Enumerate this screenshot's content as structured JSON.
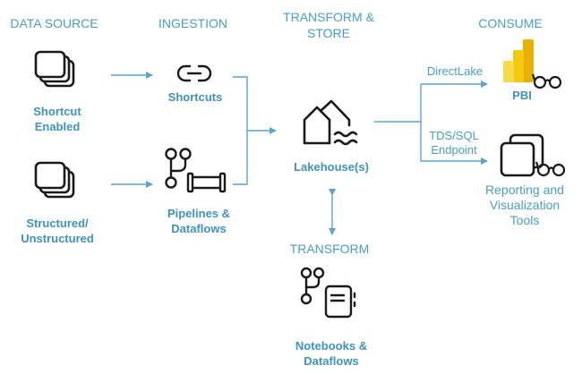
{
  "headers": {
    "data_source": "DATA SOURCE",
    "ingestion": "INGESTION",
    "transform_store_1": "TRANSFORM &",
    "transform_store_2": "STORE",
    "consume": "CONSUME",
    "transform": "TRANSFORM"
  },
  "nodes": {
    "shortcut_enabled": [
      "Shortcut",
      "Enabled"
    ],
    "structured": [
      "Structured/",
      "Unstructured"
    ],
    "shortcuts": "Shortcuts",
    "pipelines": [
      "Pipelines &",
      "Dataflows"
    ],
    "lakehouse": "Lakehouse(s)",
    "notebooks": [
      "Notebooks &",
      "Dataflows"
    ],
    "pbi": "PBI",
    "reporting": [
      "Reporting and",
      "Visualization",
      "Tools"
    ]
  },
  "edges": {
    "directlake": "DirectLake",
    "tds_sql": [
      "TDS/SQL",
      "Endpoint"
    ]
  },
  "colors": {
    "accent_text": "#4a9fc4",
    "arrow": "#5aa6cf",
    "icon": "#1a1a1a",
    "pbi_gold": "#f2c811"
  }
}
